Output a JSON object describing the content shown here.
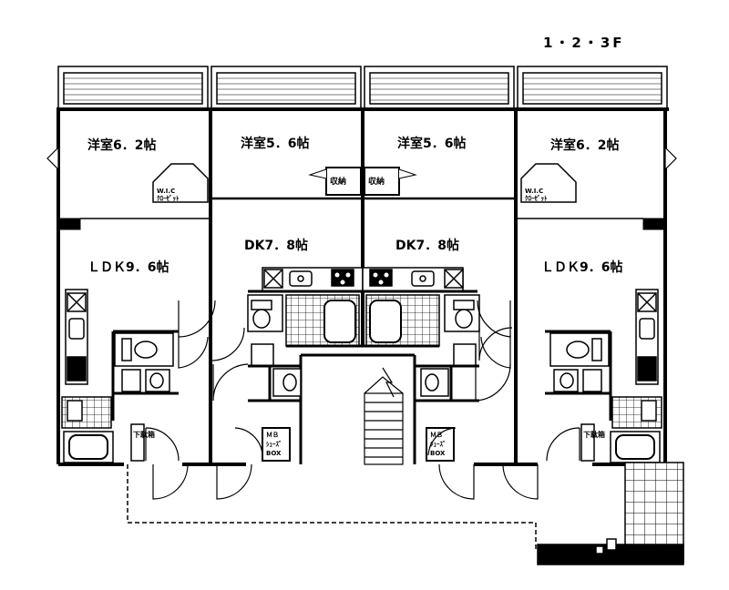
{
  "floor_label": "1・2・3F",
  "colors": {
    "wall": "#000000",
    "line": "#000000",
    "fill": "#ffffff"
  },
  "units": [
    {
      "bedroom": "洋室6．2帖",
      "living": "ＬＤＫ9．6帖",
      "closet": [
        "W.I.C",
        "ｸﾛｰｾﾞｯﾄ"
      ],
      "shoe_box": "下駄箱"
    },
    {
      "bedroom": "洋室5．6帖",
      "living": "DK7．8帖",
      "storage": "収納",
      "shoe_box": [
        "ＭＢ",
        "ｼｭｰｽﾞ",
        "BOX"
      ]
    },
    {
      "bedroom": "洋室5．6帖",
      "living": "DK7．8帖",
      "storage": "収納",
      "shoe_box": [
        "ＭＢ",
        "ｼｭｰｽﾞ",
        "BOX"
      ]
    },
    {
      "bedroom": "洋室6．2帖",
      "living": "ＬＤＫ9．6帖",
      "closet": [
        "W.I.C",
        "ｸﾛｰｾﾞｯﾄ"
      ],
      "shoe_box": "下駄箱"
    }
  ]
}
